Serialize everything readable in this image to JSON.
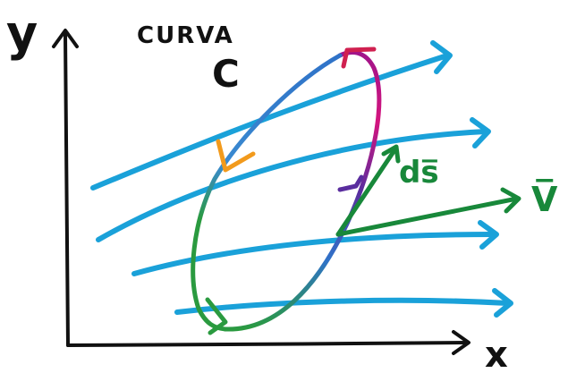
{
  "labels": {
    "y_axis": "y",
    "x_axis": "x",
    "curve_title": "CURVA",
    "curve_name": "C",
    "ds": "ds̅",
    "v": "V̅"
  },
  "colors": {
    "axis": "#111111",
    "flow": "#1aa1d9",
    "vector": "#18883a",
    "curve_magenta": "#d4147e",
    "curve_purple": "#5a2d9e",
    "curve_blue": "#2f72c8",
    "curve_green": "#2a9a3f",
    "curve_orange": "#f29a1c"
  }
}
